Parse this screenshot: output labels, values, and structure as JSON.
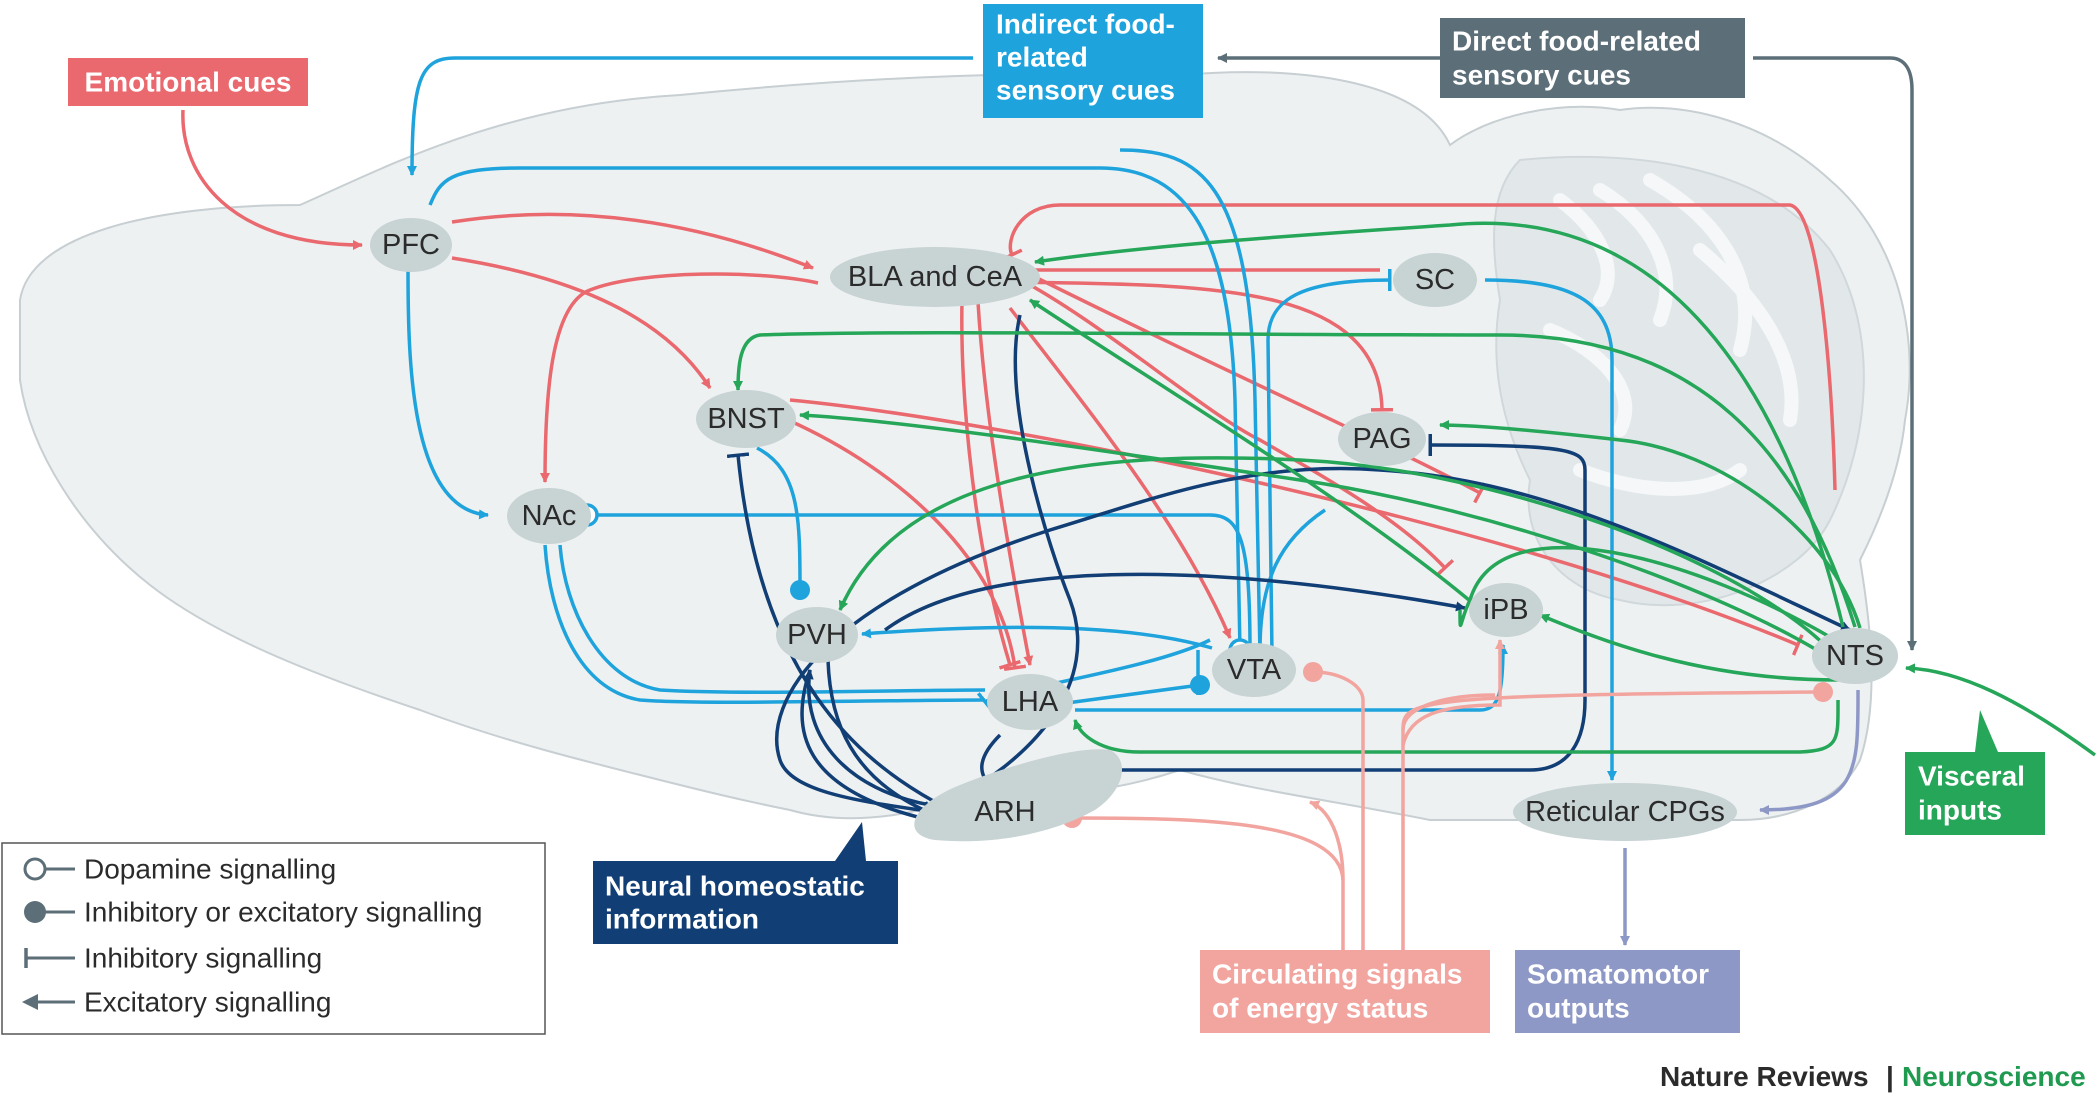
{
  "colors": {
    "red": "#e9696e",
    "blue": "#1ea3dc",
    "navy": "#113e74",
    "green": "#25a658",
    "gray_box": "#5c6e78",
    "pink": "#f2a49f",
    "lavender": "#8e98c6",
    "node_fill": "#c8d3d4",
    "brain_fill": "#eef1f2",
    "brain_stroke": "#c7cfd2",
    "cerebellum_fill": "#e2e8ea",
    "journal_green": "#1f9a50"
  },
  "nodes": {
    "pfc": "PFC",
    "bla_cea": "BLA and CeA",
    "sc": "SC",
    "bnst": "BNST",
    "pag": "PAG",
    "nac": "NAc",
    "ipb": "iPB",
    "pvh": "PVH",
    "vta": "VTA",
    "nts": "NTS",
    "lha": "LHA",
    "arh": "ARH",
    "reticular_cpgs": "Reticular CPGs"
  },
  "input_boxes": {
    "emotional_cues": [
      "Emotional cues"
    ],
    "indirect_food": [
      "Indirect food-",
      "related",
      "sensory cues"
    ],
    "direct_food": [
      "Direct food-related",
      "sensory cues"
    ],
    "visceral_inputs": [
      "Visceral",
      "inputs"
    ],
    "neural_homeostatic": [
      "Neural homeostatic",
      "information"
    ],
    "circulating_signals": [
      "Circulating signals",
      "of energy status"
    ],
    "somatomotor": [
      "Somatomotor",
      "outputs"
    ]
  },
  "legend": {
    "dopamine": "Dopamine signalling",
    "inhib_or_excit": "Inhibitory or excitatory signalling",
    "inhibitory": "Inhibitory signalling",
    "excitatory": "Excitatory signalling"
  },
  "credit": {
    "journal": "Nature Reviews",
    "separator": "|",
    "section": "Neuroscience"
  }
}
